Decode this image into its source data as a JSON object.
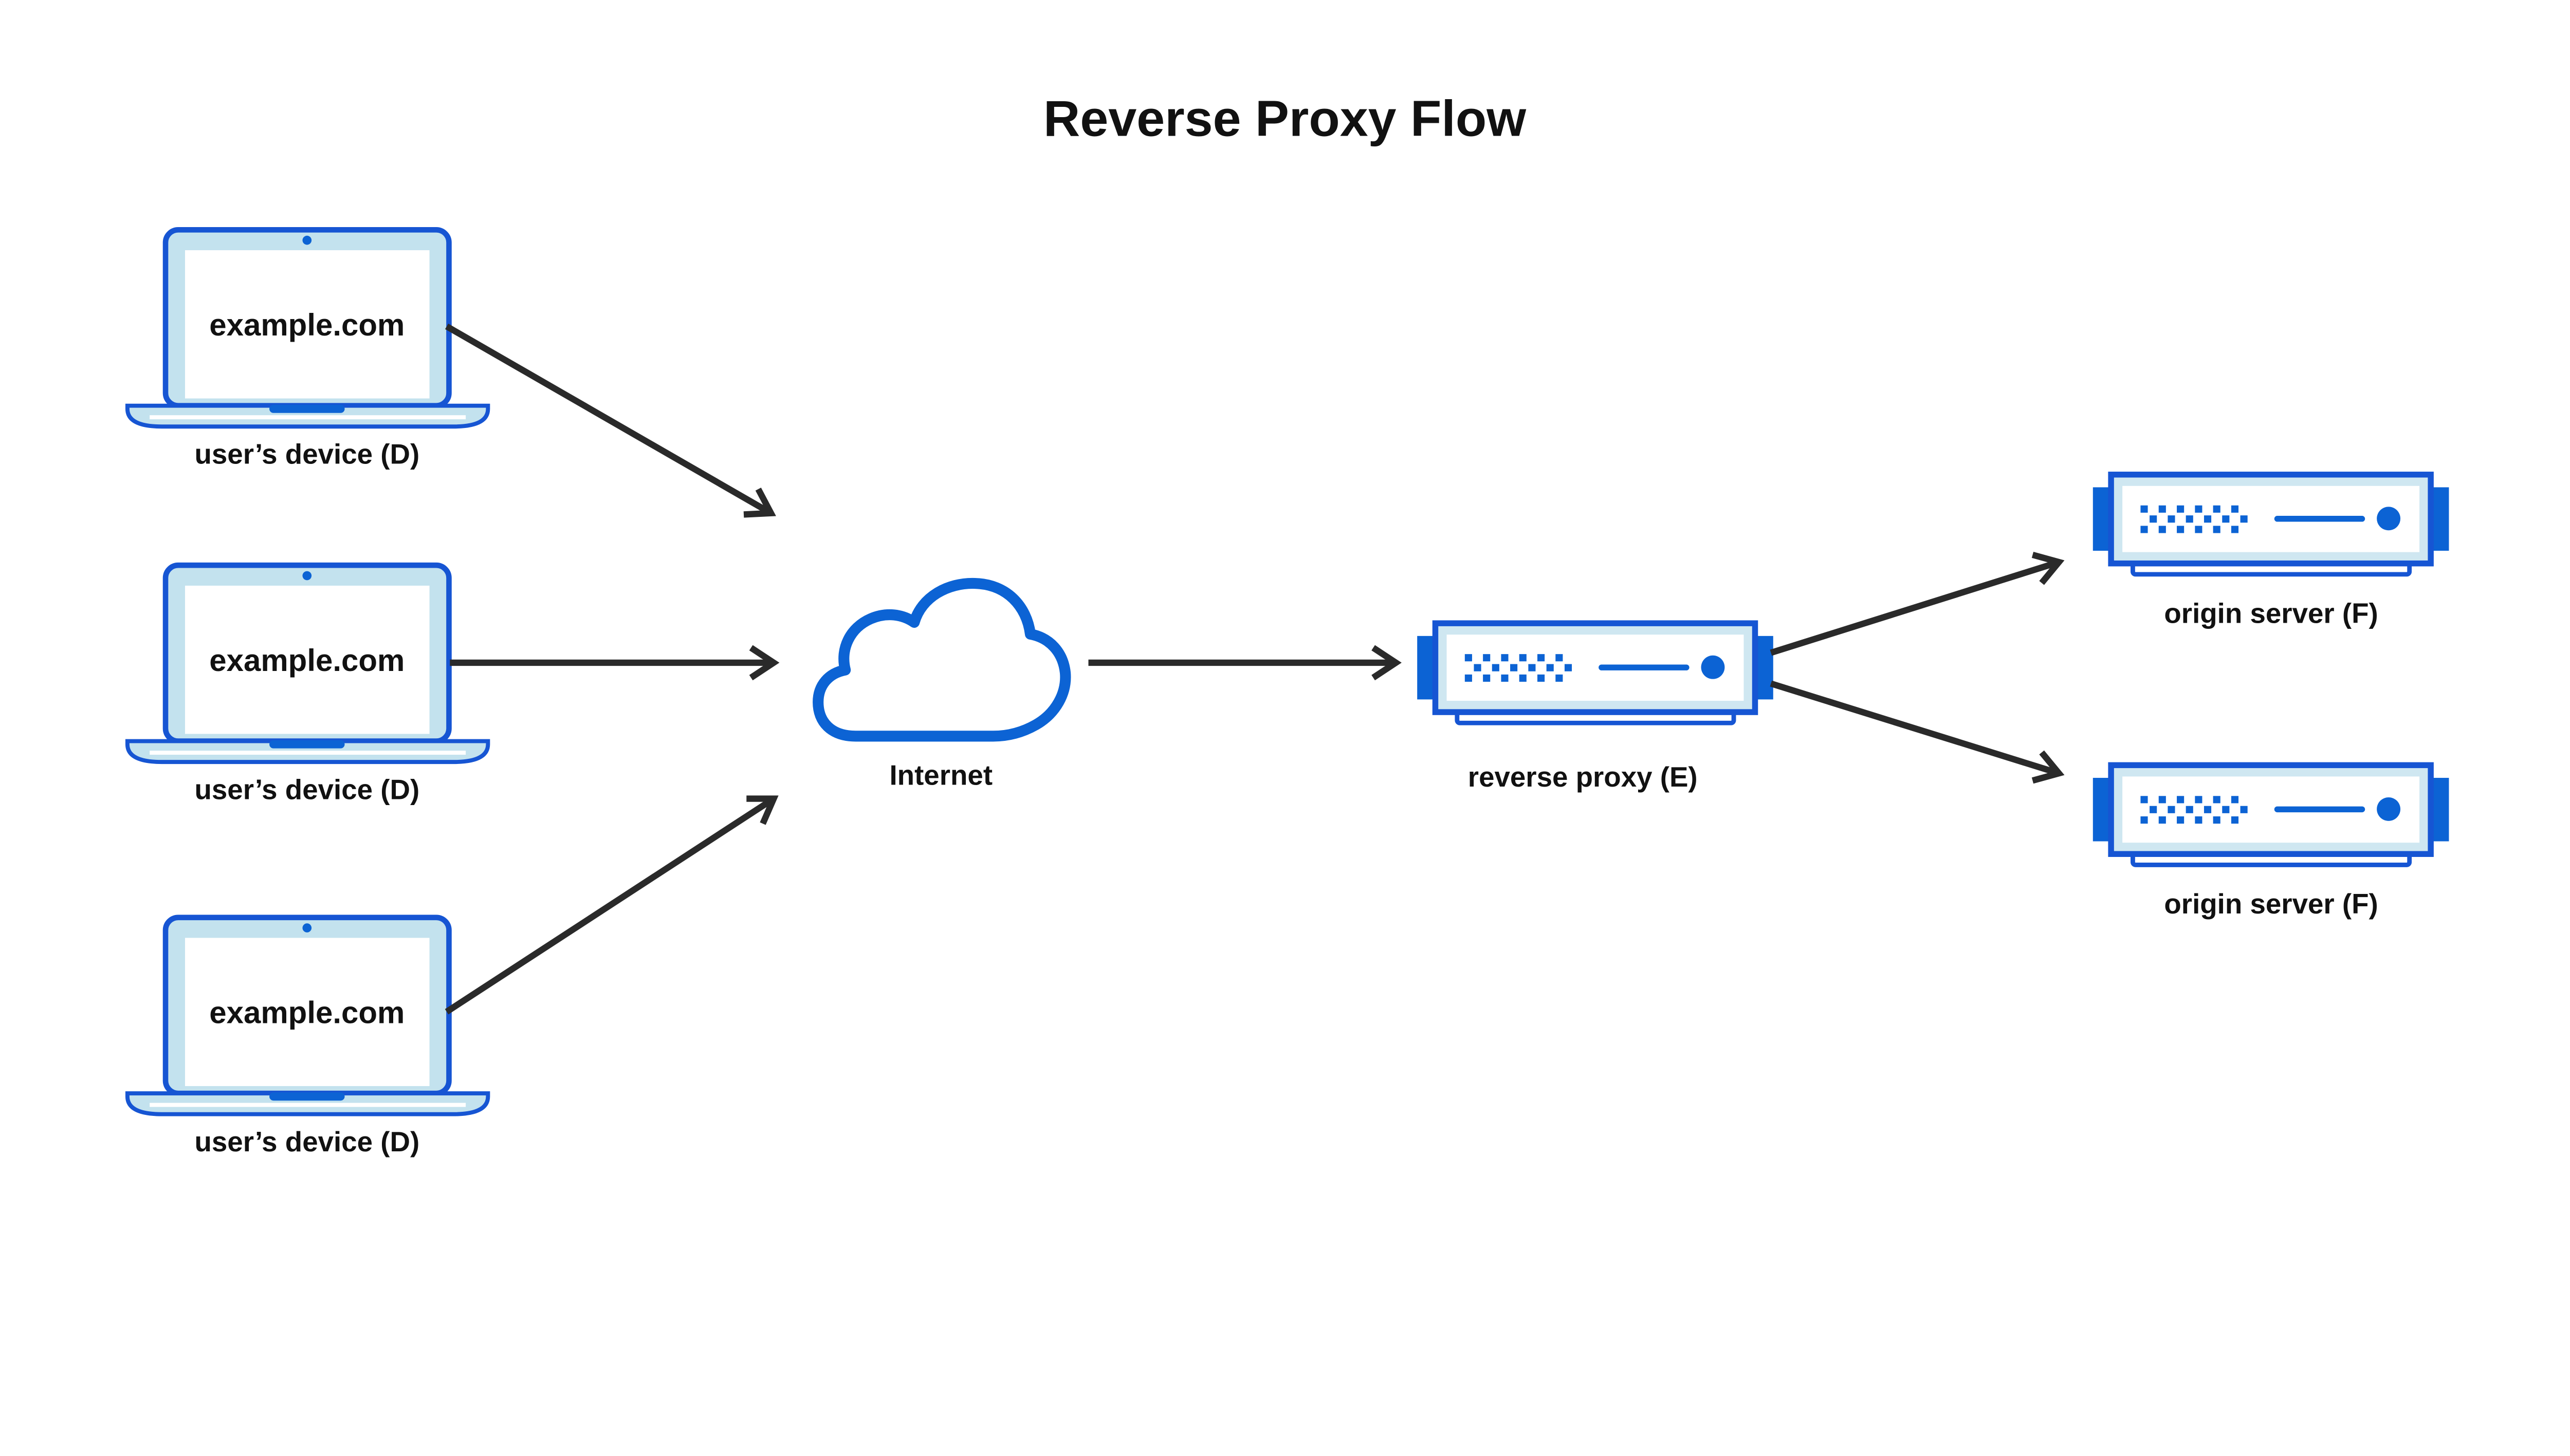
{
  "title": "Reverse Proxy Flow",
  "nodes": {
    "devices": [
      {
        "id": "user-device-1",
        "screen_text": "example.com",
        "label": "user’s device (D)"
      },
      {
        "id": "user-device-2",
        "screen_text": "example.com",
        "label": "user’s device (D)"
      },
      {
        "id": "user-device-3",
        "screen_text": "example.com",
        "label": "user’s device (D)"
      }
    ],
    "internet": {
      "id": "internet",
      "label": "Internet"
    },
    "reverse_proxy": {
      "id": "reverse-proxy",
      "label": "reverse proxy (E)"
    },
    "origin_servers": [
      {
        "id": "origin-server-1",
        "label": "origin server (F)"
      },
      {
        "id": "origin-server-2",
        "label": "origin server (F)"
      }
    ]
  },
  "edges": [
    {
      "from": "user-device-1",
      "to": "internet"
    },
    {
      "from": "user-device-2",
      "to": "internet"
    },
    {
      "from": "user-device-3",
      "to": "internet"
    },
    {
      "from": "internet",
      "to": "reverse-proxy"
    },
    {
      "from": "reverse-proxy",
      "to": "origin-server-1"
    },
    {
      "from": "reverse-proxy",
      "to": "origin-server-2"
    }
  ],
  "colors": {
    "blue_stroke": "#1655d3",
    "blue_solid": "#0c63d4",
    "laptop_bezel": "#c3e2ee",
    "server_bezel": "#cfe7f1",
    "arrow": "#2a2a2a",
    "text": "#111111",
    "background": "#ffffff"
  }
}
